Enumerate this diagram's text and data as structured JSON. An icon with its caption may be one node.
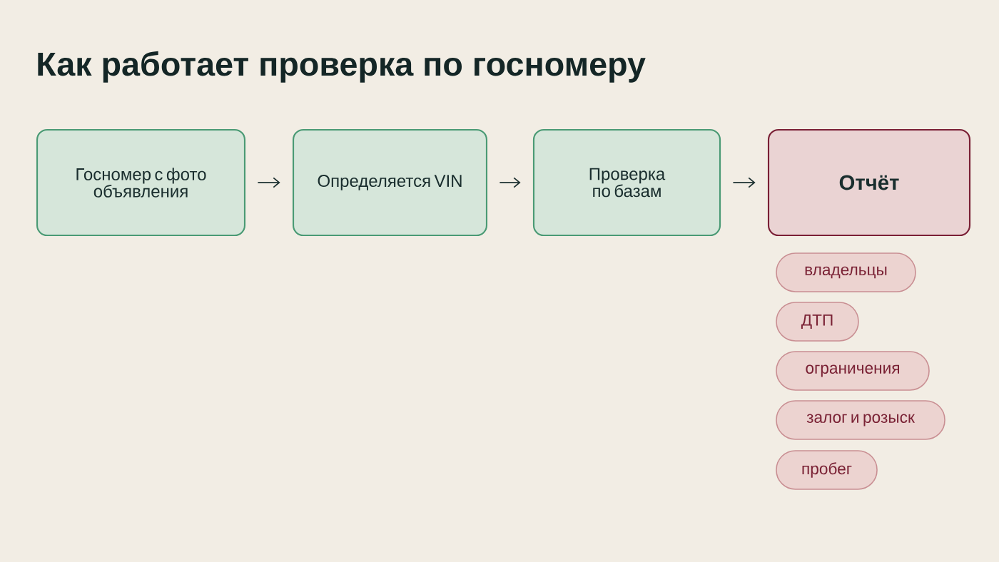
{
  "diagram": {
    "title": "Как работает проверка по госномеру",
    "nodes": [
      {
        "text": [
          "Госномер с фото объявления"
        ]
      },
      {
        "text": [
          "Определяется VIN"
        ]
      },
      {
        "text": [
          "Проверка по базам"
        ]
      },
      {
        "text": [
          "Отчёт"
        ]
      },
      {
        "text": [
          "владельцы"
        ]
      },
      {
        "text": [
          "ДТП"
        ]
      },
      {
        "text": [
          "ограничения"
        ]
      },
      {
        "text": [
          "залог и розыск"
        ]
      },
      {
        "text": [
          "пробег"
        ]
      }
    ],
    "edges": [
      {
        "from": 0,
        "to": 1,
        "arrow": "to"
      },
      {
        "from": 1,
        "to": 2,
        "arrow": "to"
      },
      {
        "from": 2,
        "to": 3,
        "arrow": "to"
      }
    ]
  }
}
